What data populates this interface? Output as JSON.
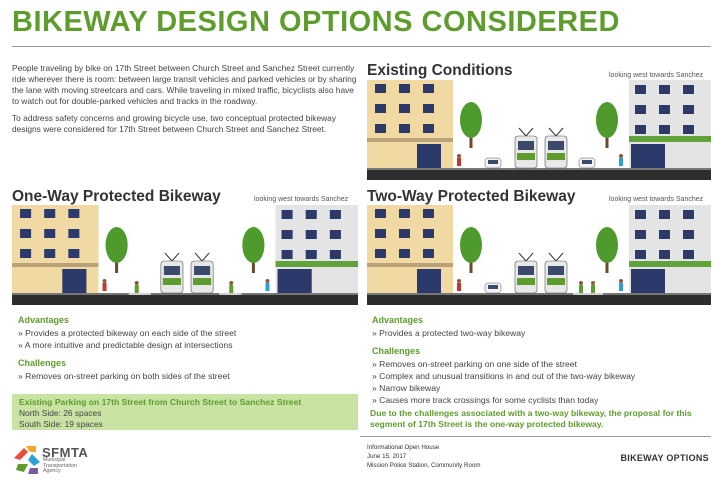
{
  "header": {
    "title": "BIKEWAY DESIGN OPTIONS CONSIDERED"
  },
  "intro": {
    "paragraph_1": "People traveling by bike on 17th Street between Church Street and Sanchez Street currently ride wherever there is room: between large transit vehicles and parked vehicles or by sharing the lane with moving streetcars and cars. While traveling in mixed traffic, bicyclists also have to watch out for double-parked vehicles and tracks in the roadway.",
    "paragraph_2": "To address safety concerns and growing bicycle use, two conceptual protected bikeway designs were considered for 17th Street between Church Street and Sanchez Street."
  },
  "existing": {
    "title": "Existing Conditions",
    "note": "looking west towards Sanchez"
  },
  "one_way": {
    "title": "One-Way Protected Bikeway",
    "note": "looking west towards Sanchez",
    "advantages_heading": "Advantages",
    "advantages": [
      "» Provides a protected bikeway on each side of the street",
      "» A more intuitive and predictable design at intersections"
    ],
    "challenges_heading": "Challenges",
    "challenges": [
      "» Removes on-street parking on both sides of the street"
    ]
  },
  "two_way": {
    "title": "Two-Way Protected Bikeway",
    "note": "looking west towards Sanchez",
    "advantages_heading": "Advantages",
    "advantages": [
      "» Provides a protected two-way bikeway"
    ],
    "challenges_heading": "Challenges",
    "challenges": [
      "» Removes on-street parking on one side of the street",
      "» Complex and unusual transitions in and out of the two-way bikeway",
      "» Narrow bikeway",
      "» Causes more track crossings for some cyclists than today"
    ],
    "proposal": "Due to the challenges associated with a two-way bikeway, the proposal for this segment of 17th Street is the one-way protected bikeway."
  },
  "parking": {
    "heading": "Existing Parking on 17th Street from Church Street to Sanchez Street",
    "north": "North Side: 26 spaces",
    "south": "South Side: 19 spaces"
  },
  "footer": {
    "event": "Informational Open House",
    "date": "June 15, 2017",
    "location": "Mission Police Station, Community Room",
    "label": "BIKEWAY OPTIONS"
  },
  "logo": {
    "name": "SFMTA",
    "line_1": "Municipal",
    "line_2": "Transportation",
    "line_3": "Agency"
  },
  "colors": {
    "accent": "#5e9c2e",
    "box": "#c9e3a4",
    "building_left": "#f0d9a2",
    "building_right": "#e4e4e4",
    "awning": "#62a23a",
    "street": "#2d2d2d",
    "window": "#2b3a6b"
  }
}
